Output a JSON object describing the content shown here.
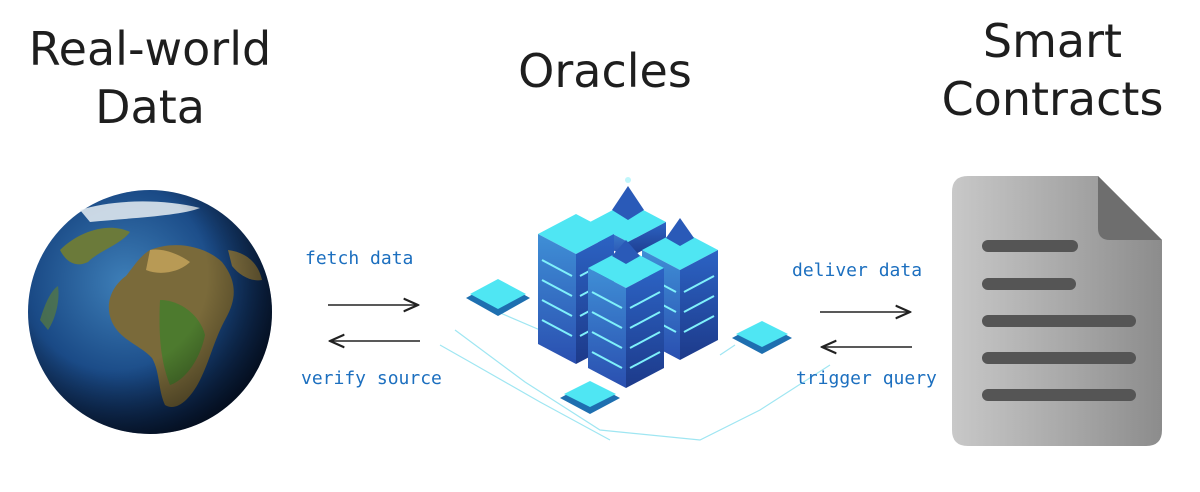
{
  "columns": {
    "left": {
      "title_lines": [
        "Real-world",
        "Data"
      ],
      "icon": "earth-globe-icon"
    },
    "center": {
      "title": "Oracles",
      "icon": "server-cluster-icon"
    },
    "right": {
      "title_lines": [
        "Smart",
        "Contracts"
      ],
      "icon": "document-icon"
    }
  },
  "arrows": {
    "fetch": "fetch data",
    "verify": "verify source",
    "deliver": "deliver data",
    "trigger": "trigger query"
  },
  "colors": {
    "title": "#1e1e1e",
    "label": "#1c6fbf",
    "arrow": "#222222",
    "cyan": "#3fe0f0",
    "server_dark": "#1d3a8a",
    "document": "#a9a9a9"
  }
}
